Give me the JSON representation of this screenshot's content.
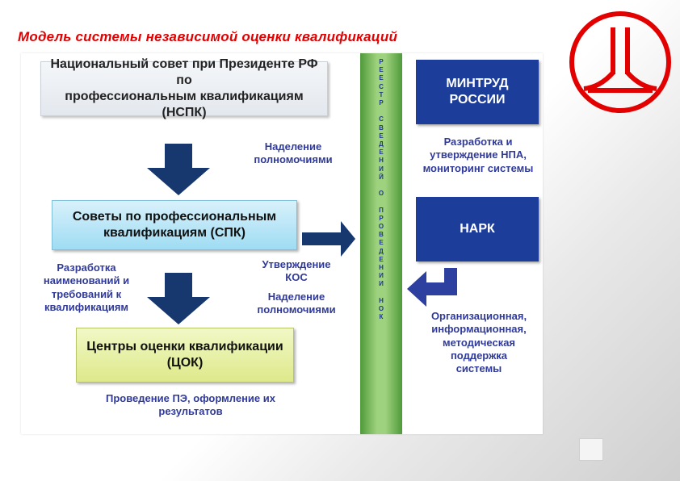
{
  "title": "Модель системы независимой оценки квалификаций",
  "nspk": {
    "line1": "Национальный совет при Президенте РФ по",
    "line2": "профессиональным квалификациям (НСПК)"
  },
  "spk": {
    "line1": "Советы по профессиональным",
    "line2": "квалификациям (СПК)"
  },
  "tsok": {
    "line1": "Центры оценки квалификации",
    "line2": "(ЦОК)"
  },
  "mintrud": {
    "line1": "МИНТРУД",
    "line2": "РОССИИ"
  },
  "nark": {
    "label": "НАРК"
  },
  "notes": {
    "nadelenie1": {
      "line1": "Наделение",
      "line2": "полномочиями"
    },
    "razrabotka_npa": {
      "line1": "Разработка и",
      "line2": "утверждение НПА,",
      "line3": "мониторинг системы"
    },
    "razrabotka_naim": {
      "line1": "Разработка",
      "line2": "наименований и",
      "line3": "требований к",
      "line4": "квалификациям"
    },
    "utverzhdenie": {
      "line1": "Утверждение",
      "line2": "КОС"
    },
    "nadelenie2": {
      "line1": "Наделение",
      "line2": "полномочиями"
    },
    "org_support": {
      "line1": "Организационная,",
      "line2": "информационная,",
      "line3": "методическая",
      "line4": "поддержка",
      "line5": "системы"
    },
    "provedenie": {
      "line1": "Проведение ПЭ, оформление их",
      "line2": "результатов"
    }
  },
  "registry_letters": [
    "Р",
    "Е",
    "Е",
    "С",
    "Т",
    "Р",
    " ",
    "С",
    "В",
    "Е",
    "Д",
    "Е",
    "Н",
    "И",
    "Й",
    " ",
    "О",
    " ",
    "П",
    "Р",
    "О",
    "В",
    "Е",
    "Д",
    "Е",
    "Н",
    "И",
    "И",
    " ",
    "Н",
    "О",
    "К"
  ],
  "colors": {
    "title": "#e20000",
    "blue_box": "#1d3d9a",
    "note_text": "#2f3a9a",
    "arrow": "#17376f",
    "registry_bar": "#9fd27e"
  }
}
